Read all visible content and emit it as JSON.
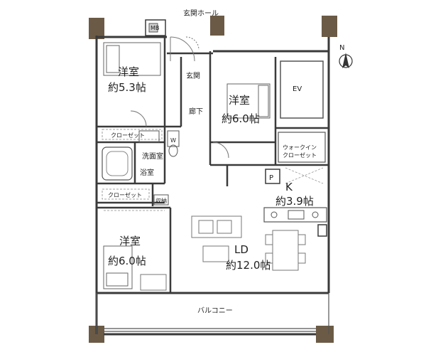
{
  "plan": {
    "labels": {
      "entrance_hall": "玄関ホール",
      "entrance": "玄関",
      "corridor": "廊下",
      "western_room_1_name": "洋室",
      "western_room_1_size": "約5.3帖",
      "western_room_2_name": "洋室",
      "western_room_2_size": "約6.0帖",
      "western_room_3_name": "洋室",
      "western_room_3_size": "約6.0帖",
      "closet_1": "クローゼット",
      "closet_2": "クローゼット",
      "walk_in_closet_line1": "ウォークイン",
      "walk_in_closet_line2": "クローゼット",
      "washroom": "洗面室",
      "bathroom": "浴室",
      "kitchen": "K",
      "kitchen_size": "約3.9帖",
      "living_dining": "LD",
      "living_dining_size": "約12.0帖",
      "balcony": "バルコニー",
      "elevator": "EV",
      "pipe_space": "P",
      "storage": "収納",
      "toilet_marker": "W",
      "meter_box": "MB",
      "north": "N"
    },
    "colors": {
      "wall": "#3a3a3a",
      "pillar": "#6b5a45",
      "room_fill": "#ffffff",
      "furniture": "#777777"
    }
  }
}
